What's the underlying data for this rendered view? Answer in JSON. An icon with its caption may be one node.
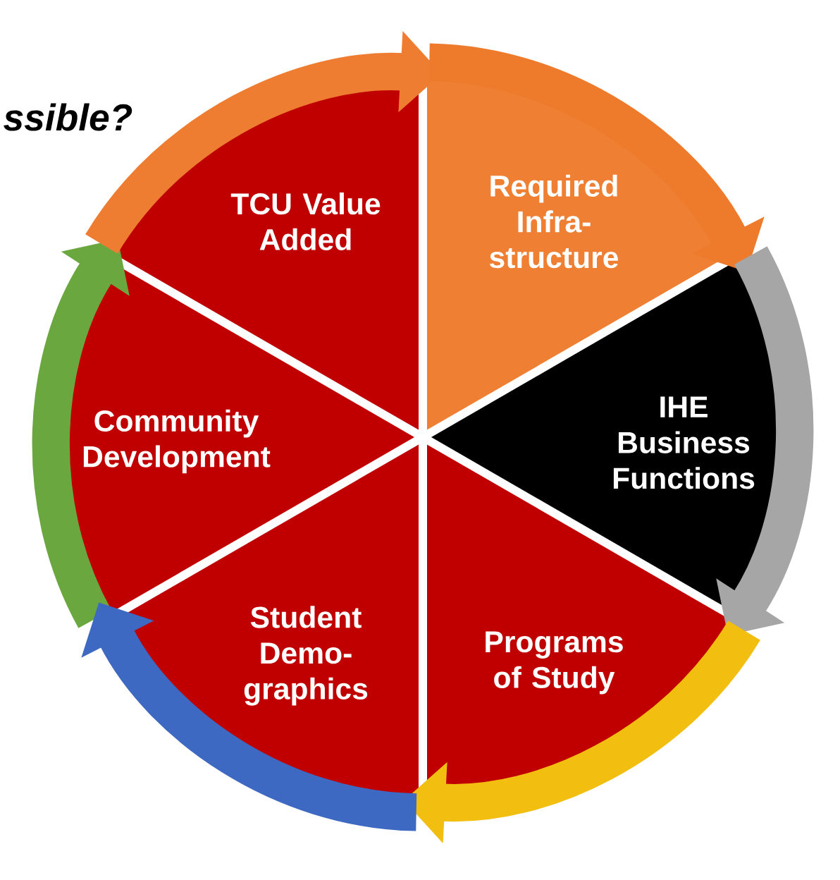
{
  "diagram": {
    "nodes": [
      {
        "text": [
          "TCU Value Added"
        ]
      },
      {
        "text": [
          "Required Infra-structure"
        ]
      },
      {
        "text": [
          "Community Development"
        ]
      },
      {
        "text": [
          "IHE Business Functions"
        ]
      },
      {
        "text": [
          "Student Demo-graphics"
        ]
      },
      {
        "text": [
          "Programs of Study"
        ]
      }
    ],
    "edges": [
      {
        "from": 2,
        "to": 0,
        "arrow": "to",
        "color": "#6aa73f"
      },
      {
        "from": 0,
        "to": 1,
        "arrow": "to",
        "color": "#ef7d31"
      },
      {
        "from": 1,
        "to": 3,
        "arrow": "to",
        "color": "#ee7a2c"
      },
      {
        "from": 3,
        "to": 5,
        "arrow": "to",
        "color": "#a6a6a6"
      },
      {
        "from": 5,
        "to": 4,
        "arrow": "to",
        "color": "#f2bf10"
      },
      {
        "from": 4,
        "to": 2,
        "arrow": "to",
        "color": "#3d69c2"
      }
    ],
    "labels": [
      "ssible?"
    ]
  }
}
